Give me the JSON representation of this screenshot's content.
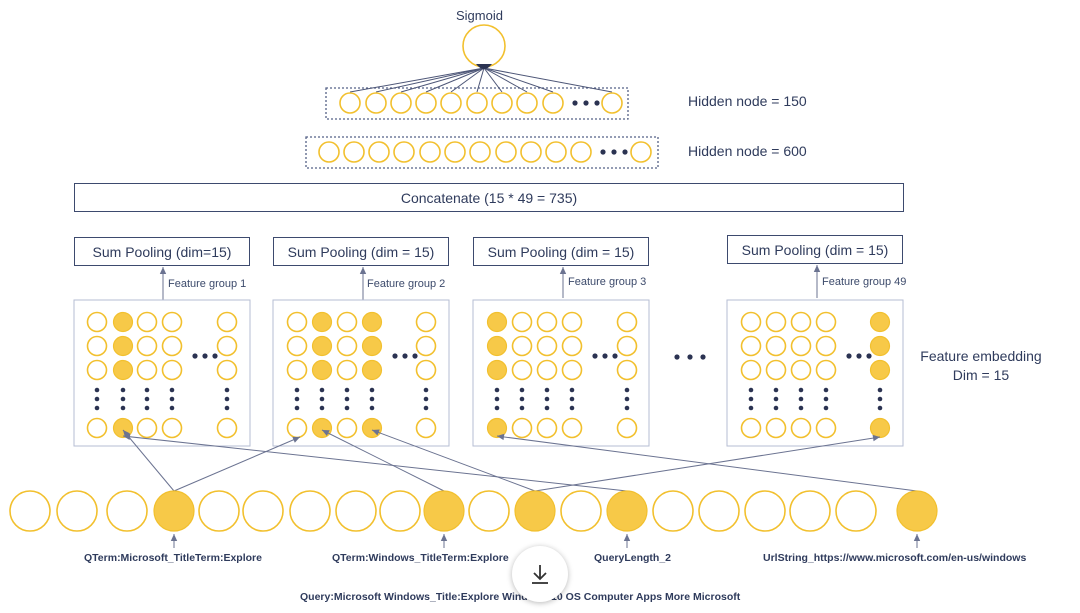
{
  "diagram": {
    "output_label": "Sigmoid",
    "hidden_layer_150": "Hidden node = 150",
    "hidden_layer_600": "Hidden node = 600",
    "concat_label": "Concatenate (15 * 49 = 735)",
    "groups": [
      {
        "pooling": "Sum Pooling (dim=15)",
        "feature_group": "Feature group 1"
      },
      {
        "pooling": "Sum Pooling (dim = 15)",
        "feature_group": "Feature group 2"
      },
      {
        "pooling": "Sum Pooling (dim = 15)",
        "feature_group": "Feature group 3"
      },
      {
        "pooling": "Sum Pooling (dim = 15)",
        "feature_group": "Feature group 49"
      }
    ],
    "embedding_label_line1": "Feature embedding",
    "embedding_label_line2": "Dim = 15",
    "input_labels": [
      "QTerm:Microsoft_TitleTerm:Explore",
      "QTerm:Windows_TitleTerm:Explore",
      "QueryLength_2",
      "UrlString_https://www.microsoft.com/en-us/windows"
    ],
    "query_caption": "Query:Microsoft Windows_Title:Explore Windows 10 OS Computer Apps More Microsoft",
    "download_icon": "download-arrow-icon"
  },
  "colors": {
    "node_outline": "#f2c02e",
    "node_fill": "#f7c948",
    "box_stroke": "#3d4a6e",
    "text": "#2f3b5c"
  }
}
